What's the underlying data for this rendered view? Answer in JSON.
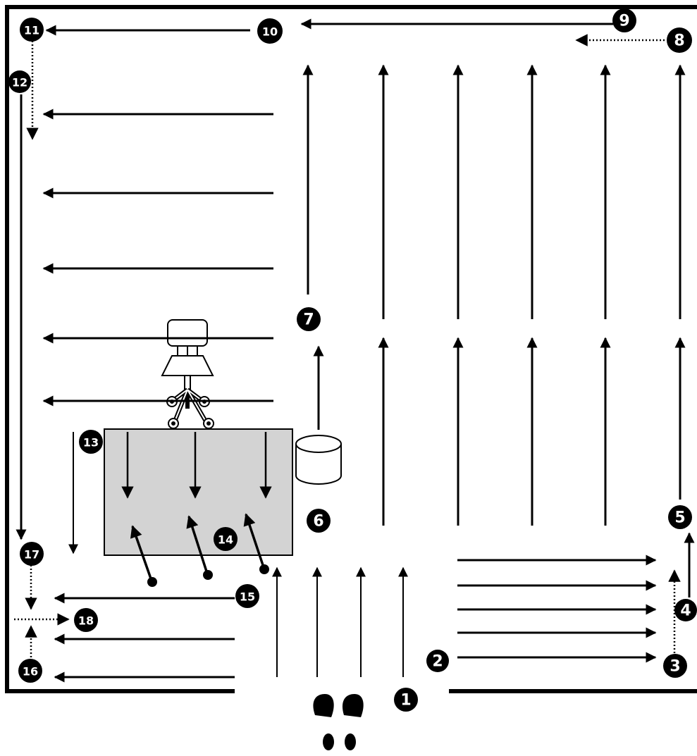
{
  "colors": {
    "ink": "#000000",
    "paper": "#ffffff",
    "rug": "#d3d3d3"
  },
  "icons": {
    "entrance": "footprints-icon",
    "chair": "office-chair-icon",
    "bin": "waste-bin-icon",
    "rug": "floor-mat"
  },
  "steps": [
    {
      "n": "1"
    },
    {
      "n": "2"
    },
    {
      "n": "3"
    },
    {
      "n": "4"
    },
    {
      "n": "5"
    },
    {
      "n": "6"
    },
    {
      "n": "7"
    },
    {
      "n": "8"
    },
    {
      "n": "9"
    },
    {
      "n": "10"
    },
    {
      "n": "11"
    },
    {
      "n": "12"
    },
    {
      "n": "13"
    },
    {
      "n": "14"
    },
    {
      "n": "15"
    },
    {
      "n": "16"
    },
    {
      "n": "17"
    },
    {
      "n": "18"
    }
  ]
}
